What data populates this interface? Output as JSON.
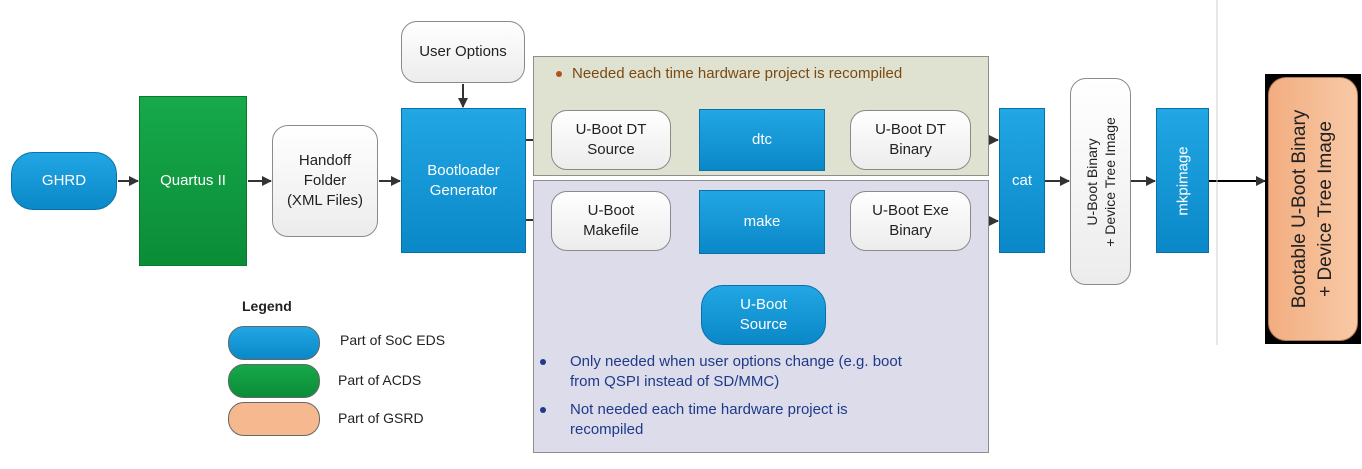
{
  "nodes": {
    "ghrd": "GHRD",
    "quartus": "Quartus II",
    "handoff": [
      "Handoff",
      "Folder",
      "(XML Files)"
    ],
    "user_options": "User Options",
    "bootloader": [
      "Bootloader",
      "Generator"
    ],
    "uboot_dt_source": [
      "U-Boot DT",
      "Source"
    ],
    "dtc": "dtc",
    "uboot_dt_binary": [
      "U-Boot DT",
      "Binary"
    ],
    "uboot_makefile": [
      "U-Boot",
      "Makefile"
    ],
    "make": "make",
    "uboot_exe_binary": [
      "U-Boot Exe",
      "Binary"
    ],
    "uboot_source": [
      "U-Boot",
      "Source"
    ],
    "cat": "cat",
    "uboot_binary_dt": [
      "U-Boot Binary",
      "+ Device Tree Image"
    ],
    "mkpimage": "mkpimage",
    "bootable": [
      "Bootable U-Boot Binary",
      "+ Device Tree Image"
    ]
  },
  "notes": {
    "top": "Needed each time hardware project is recompiled",
    "bottom_1": [
      "Only needed when user options change (e.g. boot",
      "from QSPI instead of SD/MMC)"
    ],
    "bottom_2": [
      "Not needed each time hardware project is",
      "recompiled"
    ]
  },
  "legend": {
    "title": "Legend",
    "items": [
      {
        "label": "Part of SoC EDS",
        "color": "#1a9de0"
      },
      {
        "label": "Part of ACDS",
        "color": "#12a045"
      },
      {
        "label": "Part of GSRD",
        "color": "#f5b88f"
      }
    ]
  },
  "colors": {
    "blue": "#1a9de0",
    "green": "#12a045",
    "orange": "#f5b88f",
    "note_top_text": "#7a4a12",
    "note_bottom_text": "#1f3a8a"
  }
}
